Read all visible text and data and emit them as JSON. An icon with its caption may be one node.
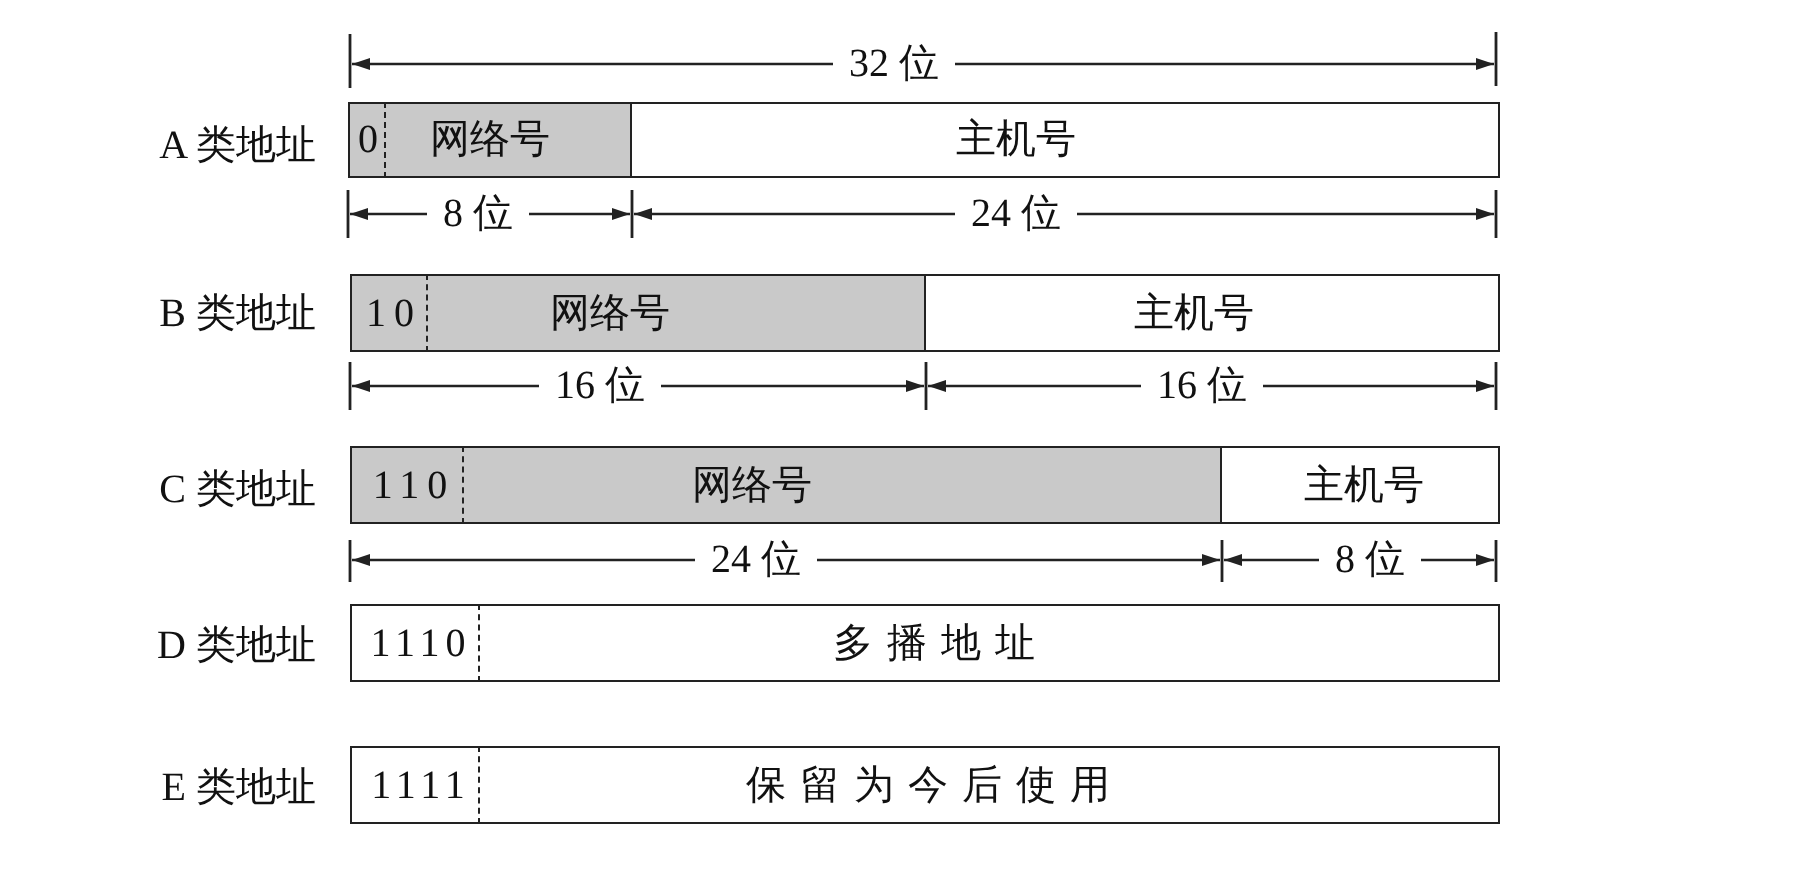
{
  "diagram": {
    "nodes": [
      {
        "text": [
          "0"
        ]
      },
      {
        "text": [
          "网络号"
        ]
      },
      {
        "text": [
          "主机号"
        ]
      },
      {
        "text": [
          "10"
        ]
      },
      {
        "text": [
          "网络号"
        ]
      },
      {
        "text": [
          "主机号"
        ]
      },
      {
        "text": [
          "110"
        ]
      },
      {
        "text": [
          "网络号"
        ]
      },
      {
        "text": [
          "主机号"
        ]
      },
      {
        "text": [
          "1110"
        ]
      },
      {
        "text": [
          "多播地址"
        ]
      },
      {
        "text": [
          "1111"
        ]
      },
      {
        "text": [
          "保留为今后使用"
        ]
      }
    ],
    "labels": [
      "32 位",
      "A 类地址",
      "8 位",
      "24 位",
      "B 类地址",
      "16 位",
      "16 位",
      "C 类地址",
      "24 位",
      "8 位",
      "D 类地址",
      "E 类地址"
    ]
  }
}
